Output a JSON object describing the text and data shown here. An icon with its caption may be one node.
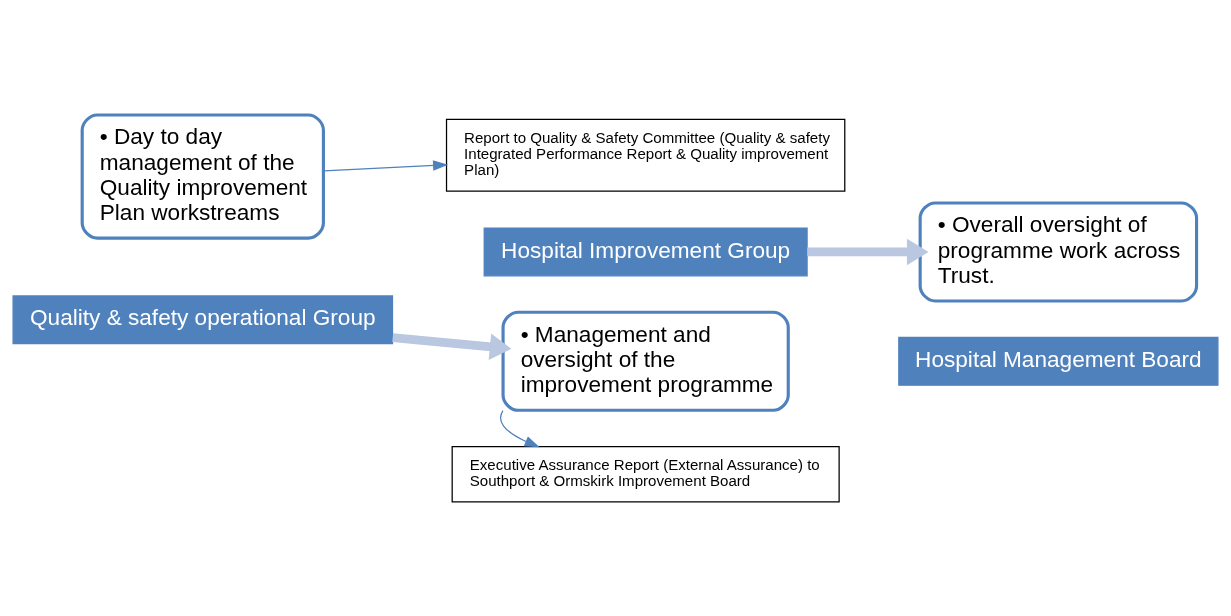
{
  "diagram": {
    "nodes": [
      {
        "text": [
          "Report to Quality & Safety Committee (Quality & safety Integrated Performance Report & Quality improvement Plan)"
        ]
      },
      {
        "text": [
          "• Day to day management of the Quality improvement Plan workstreams"
        ]
      },
      {
        "text": [
          "Quality & safety operational Group"
        ]
      },
      {
        "text": [
          "Hospital Improvement Group"
        ]
      },
      {
        "text": [
          "• Management and oversight of the improvement programme"
        ]
      },
      {
        "text": [
          "• Overall oversight of programme work across Trust."
        ]
      },
      {
        "text": [
          "Hospital Management Board"
        ]
      },
      {
        "text": [
          "Executive Assurance Report (External Assurance) to Southport & Ormskirk Improvement Board"
        ]
      }
    ],
    "edges": [
      {
        "from": 1,
        "to": 0,
        "arrow": "to",
        "color": "#4f81bd"
      },
      {
        "from": 2,
        "to": 4,
        "arrow": "to",
        "style": "thick",
        "color": "#b9c7e0"
      },
      {
        "from": 3,
        "to": 5,
        "arrow": "to",
        "style": "thick",
        "color": "#b9c7e0"
      },
      {
        "from": 4,
        "to": 7,
        "arrow": "to",
        "color": "#4f81bd"
      }
    ]
  }
}
